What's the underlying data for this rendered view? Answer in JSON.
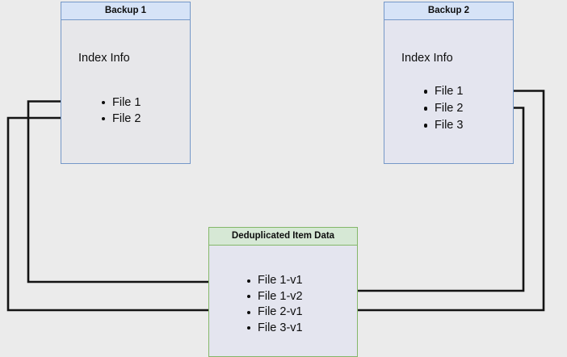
{
  "diagram": {
    "title_hidden": "Backup deduplication index mapping",
    "background_color": "#ebebeb",
    "boxes": {
      "backup1": {
        "header": "Backup 1",
        "index_label": "Index Info",
        "border_color": "#7598c8",
        "header_bg": "#d6e3f7",
        "body_bg": "#e7e7ea",
        "files": [
          "File 1",
          "File 2"
        ]
      },
      "backup2": {
        "header": "Backup 2",
        "index_label": "Index Info",
        "border_color": "#7598c8",
        "header_bg": "#d6e3f7",
        "body_bg": "#e4e5ef",
        "files": [
          "File 1",
          "File 2",
          "File 3"
        ]
      },
      "dedup": {
        "header": "Deduplicated Item Data",
        "border_color": "#84b769",
        "header_bg": "#d6e8d5",
        "body_bg": "#e4e5ef",
        "files": [
          "File 1-v1",
          "File 1-v2",
          "File 2-v1",
          "File 3-v1"
        ]
      }
    },
    "connectors": [
      {
        "name": "backup1-file1-to-file1v1",
        "from": "Backup 1 / File 1",
        "to": "Deduplicated Item Data / File 1-v1",
        "color": "#131313"
      },
      {
        "name": "backup1-file2-to-file2v1",
        "from": "Backup 1 / File 2",
        "to": "Deduplicated Item Data / File 2-v1",
        "color": "#131313"
      },
      {
        "name": "backup2-file1-to-file2v1",
        "from": "Backup 2 / File 1",
        "to": "Deduplicated Item Data / File 2-v1",
        "color": "#131313"
      },
      {
        "name": "backup2-file2-to-file1v2",
        "from": "Backup 2 / File 2",
        "to": "Deduplicated Item Data / File 1-v2",
        "color": "#131313"
      }
    ]
  }
}
